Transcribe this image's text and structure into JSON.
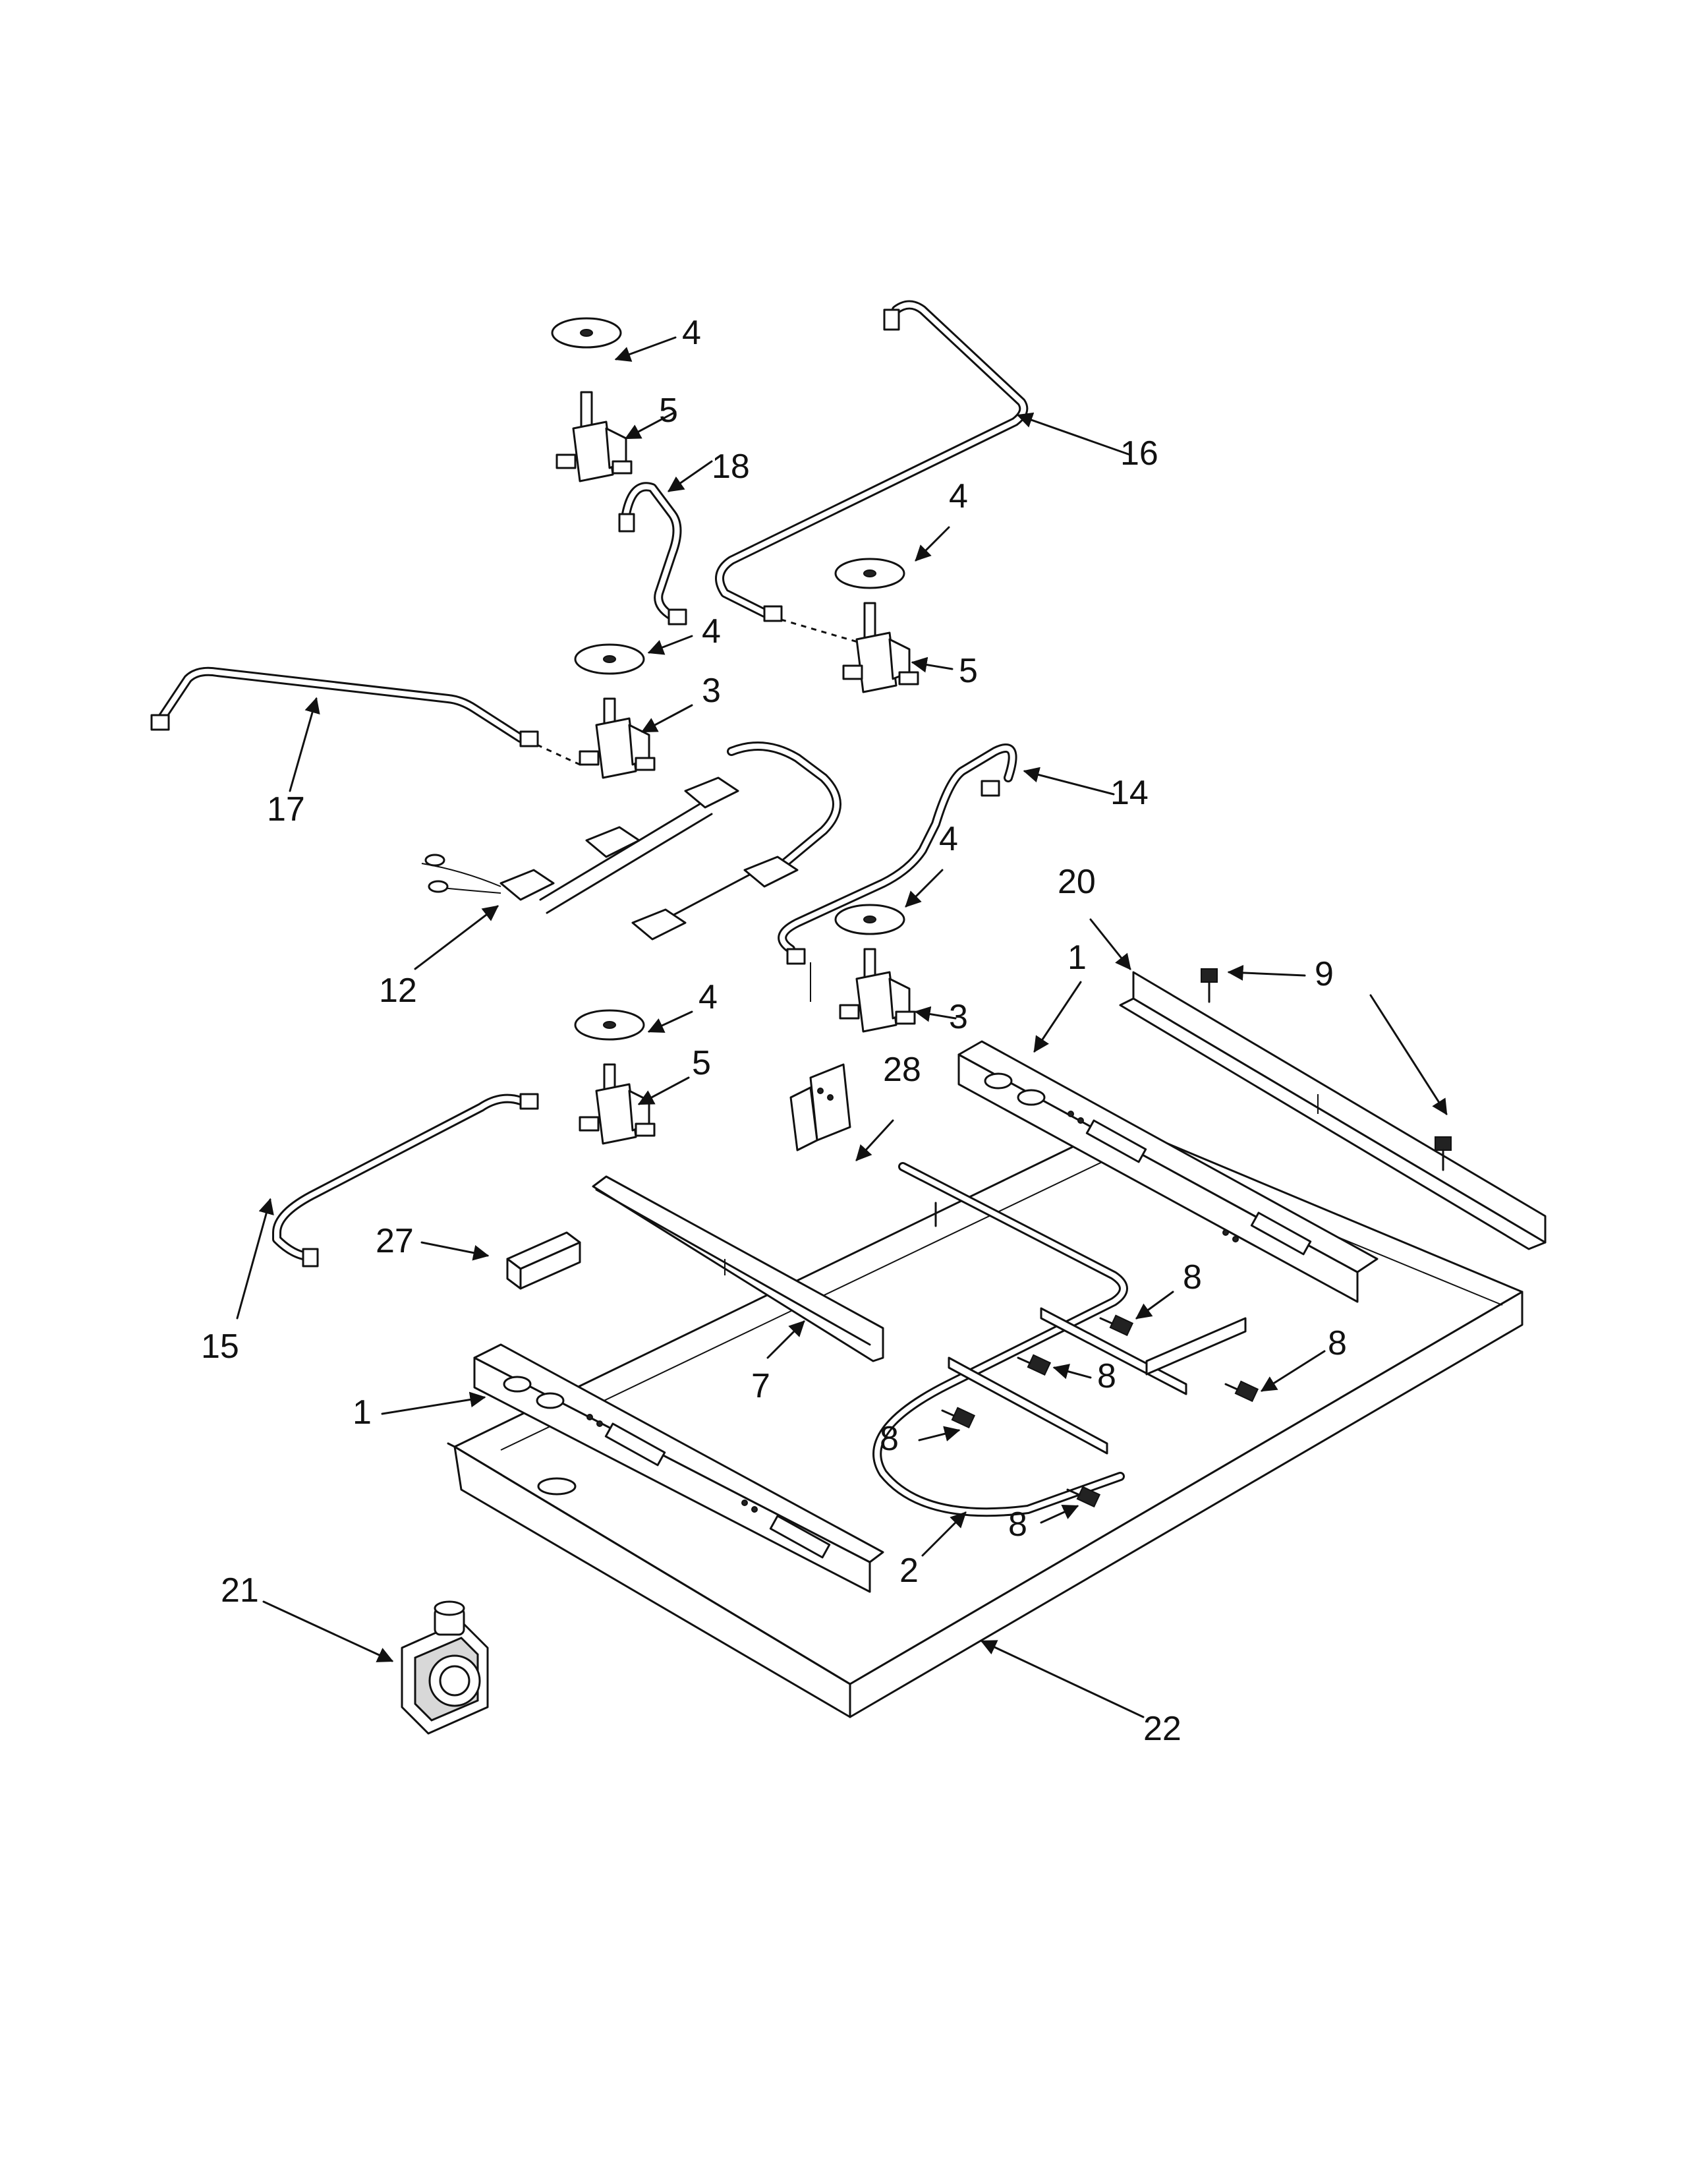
{
  "callouts": {
    "c4a": "4",
    "c5a": "5",
    "c18": "18",
    "c16": "16",
    "c4b": "4",
    "c5b": "5",
    "c4c": "4",
    "c3a": "3",
    "c17": "17",
    "c14": "14",
    "c4d": "4",
    "c12": "12",
    "c20": "20",
    "c9": "9",
    "c3b": "3",
    "c4e": "4",
    "c5c": "5",
    "c1a": "1",
    "c28": "28",
    "c27": "27",
    "c8a": "8",
    "c8b": "8",
    "c8c": "8",
    "c8d": "8",
    "c15": "15",
    "c7": "7",
    "c1b": "1",
    "c8e": "8",
    "c2": "2",
    "c21": "21",
    "c22": "22"
  }
}
